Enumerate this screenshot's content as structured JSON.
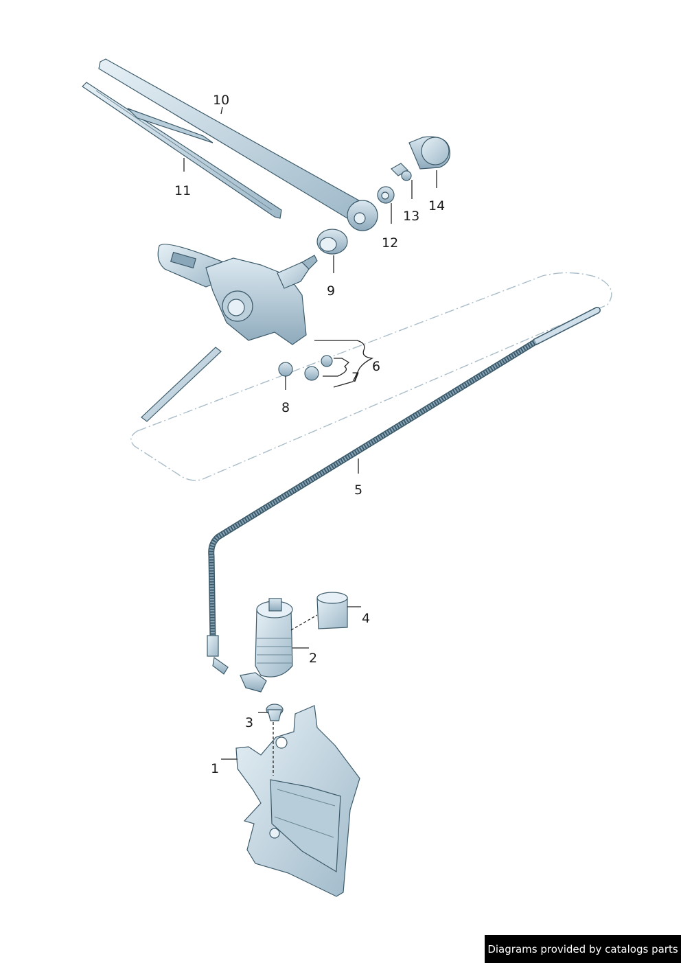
{
  "callouts": {
    "c1": "1",
    "c2": "2",
    "c3": "3",
    "c4": "4",
    "c5": "5",
    "c6": "6",
    "c7": "7",
    "c8": "8",
    "c9": "9",
    "c10": "10",
    "c11": "11",
    "c12": "12",
    "c13": "13",
    "c14": "14"
  },
  "watermark": "Diagrams provided by catalogs parts",
  "colors": {
    "part_fill": "#cfe0ea",
    "part_shade": "#9cb6c6",
    "outline": "#3c5a6a",
    "dashed_frame": "#a9bdc9"
  }
}
